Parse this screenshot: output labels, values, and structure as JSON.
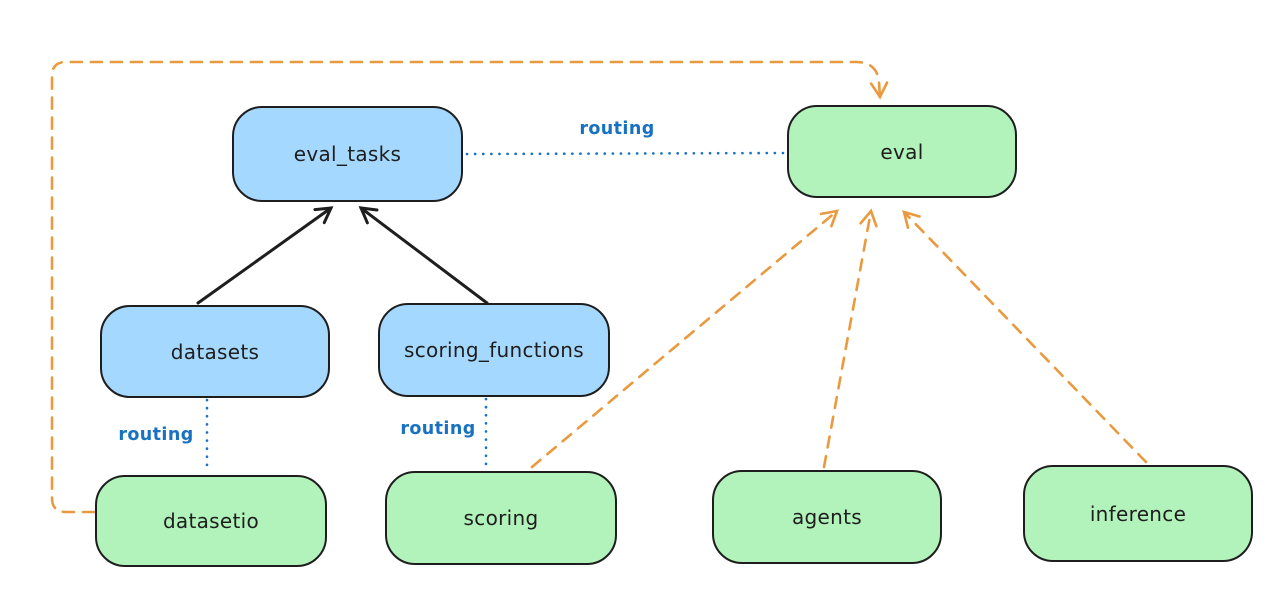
{
  "diagram": {
    "description": "architecture diagram: registries routed to provider APIs",
    "colors": {
      "background": "#ffffff",
      "registry_fill_blue": "#a5d8ff",
      "api_fill_green": "#b2f2bb",
      "box_stroke": "#1e1e1e",
      "routing_blue": "#1971c2",
      "dashed_orange": "#ea9a3e"
    },
    "nodes": [
      {
        "id": "eval_tasks",
        "label": "eval_tasks",
        "fill": "#a5d8ff"
      },
      {
        "id": "eval",
        "label": "eval",
        "fill": "#b2f2bb"
      },
      {
        "id": "datasets",
        "label": "datasets",
        "fill": "#a5d8ff"
      },
      {
        "id": "scoring_functions",
        "label": "scoring_functions",
        "fill": "#a5d8ff"
      },
      {
        "id": "datasetio",
        "label": "datasetio",
        "fill": "#b2f2bb"
      },
      {
        "id": "scoring",
        "label": "scoring",
        "fill": "#b2f2bb"
      },
      {
        "id": "agents",
        "label": "agents",
        "fill": "#b2f2bb"
      },
      {
        "id": "inference",
        "label": "inference",
        "fill": "#b2f2bb"
      }
    ],
    "edges": [
      {
        "from": "datasets",
        "to": "eval_tasks",
        "style": "solid-black-arrow",
        "label": ""
      },
      {
        "from": "scoring_functions",
        "to": "eval_tasks",
        "style": "solid-black-arrow",
        "label": ""
      },
      {
        "from": "eval_tasks",
        "to": "eval",
        "style": "dotted-blue",
        "label": "routing"
      },
      {
        "from": "datasets",
        "to": "datasetio",
        "style": "dotted-blue",
        "label": "routing"
      },
      {
        "from": "scoring_functions",
        "to": "scoring",
        "style": "dotted-blue",
        "label": "routing"
      },
      {
        "from": "datasetio",
        "to": "eval",
        "style": "dashed-orange-arrow",
        "label": ""
      },
      {
        "from": "scoring",
        "to": "eval",
        "style": "dashed-orange-arrow",
        "label": ""
      },
      {
        "from": "agents",
        "to": "eval",
        "style": "dashed-orange-arrow",
        "label": ""
      },
      {
        "from": "inference",
        "to": "eval",
        "style": "dashed-orange-arrow",
        "label": ""
      }
    ]
  }
}
